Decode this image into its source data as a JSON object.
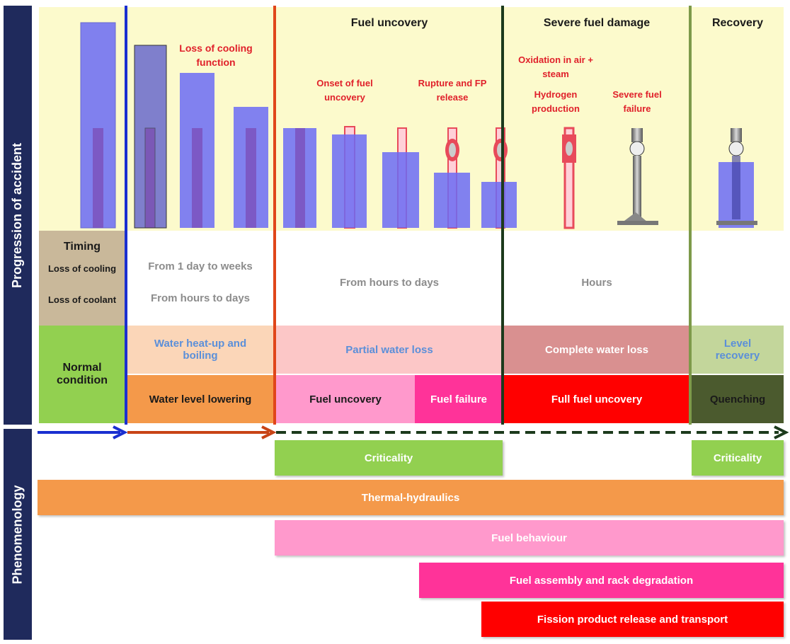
{
  "sidebar": {
    "top_label": "Progression of accident",
    "bottom_label": "Phenomenology"
  },
  "stages": {
    "fuel_uncovery": "Fuel uncovery",
    "severe_fuel_damage": "Severe fuel damage",
    "recovery": "Recovery"
  },
  "annotations": {
    "loss_of_cooling_function": "Loss of cooling function",
    "onset_of_fuel_uncovery": "Onset of fuel uncovery",
    "rupture_fp_release": "Rupture and FP release",
    "oxidation": "Oxidation in air + steam",
    "hydrogen_production": "Hydrogen production",
    "severe_fuel_failure": "Severe fuel failure"
  },
  "timing": {
    "title": "Timing",
    "loss_of_cooling": "Loss of cooling",
    "loss_of_coolant": "Loss of coolant",
    "col2_cooling": "From 1 day to weeks",
    "col2_coolant": "From hours to days",
    "col3": "From hours to days",
    "col4": "Hours"
  },
  "water_state": {
    "normal": "Normal condition",
    "heat_up": "Water heat-up and boiling",
    "partial": "Partial water loss",
    "complete": "Complete water loss",
    "level_recovery": "Level recovery"
  },
  "fuel_state": {
    "water_level_lowering": "Water level lowering",
    "fuel_uncovery": "Fuel uncovery",
    "fuel_failure": "Fuel failure",
    "full_fuel_uncovery": "Full fuel uncovery",
    "quenching": "Quenching"
  },
  "phenomena": {
    "criticality_1": "Criticality",
    "criticality_2": "Criticality",
    "thermal_hydraulics": "Thermal-hydraulics",
    "fuel_behaviour": "Fuel behaviour",
    "fuel_assembly": "Fuel assembly and rack degradation",
    "fission_product": "Fission product release and transport"
  },
  "colors": {
    "navy": "#1f2a5c",
    "pale_yellow": "#fcfacc",
    "tan": "#c9b89a",
    "green": "#92d050",
    "orange": "#f4994a",
    "pink": "#ff99cc",
    "magenta": "#ff3399",
    "red": "#ff0000",
    "water_blue": "#6b6bf5",
    "dark_olive": "#4b5a2e"
  }
}
